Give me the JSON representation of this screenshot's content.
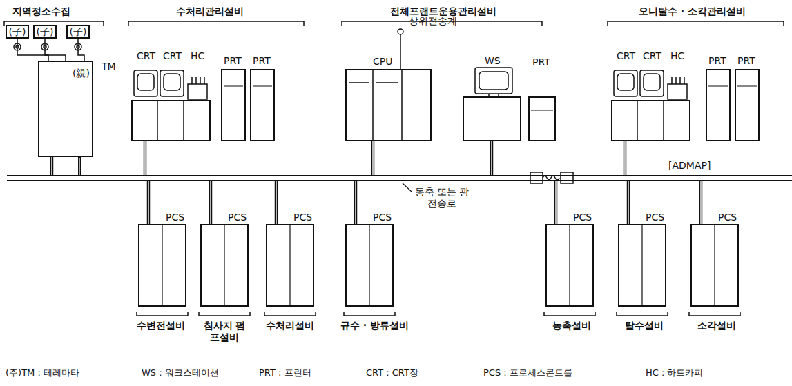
{
  "diagram": {
    "nodes": [
      {
        "text": [
          "(親)",
          "TM"
        ]
      },
      {
        "text": [
          "(子)"
        ]
      },
      {
        "text": [
          "(子)"
        ]
      },
      {
        "text": [
          "(子)"
        ]
      },
      {
        "text": [
          "CRT",
          "CRT",
          "HC"
        ]
      },
      {
        "text": [
          "PRT"
        ]
      },
      {
        "text": [
          "PRT"
        ]
      },
      {
        "text": [
          "CPU"
        ]
      },
      {
        "text": [
          "WS"
        ]
      },
      {
        "text": [
          "PRT"
        ]
      },
      {
        "text": [
          "CRT",
          "CRT",
          "HC"
        ]
      },
      {
        "text": [
          "PRT"
        ]
      },
      {
        "text": [
          "PRT"
        ]
      },
      {
        "text": [
          "[ADMAP]"
        ]
      },
      {
        "text": [
          "PCS"
        ]
      },
      {
        "text": [
          "PCS"
        ]
      },
      {
        "text": [
          "PCS"
        ]
      },
      {
        "text": [
          "PCS"
        ]
      },
      {
        "text": [
          "PCS"
        ]
      },
      {
        "text": [
          "PCS"
        ]
      },
      {
        "text": [
          "PCS"
        ]
      }
    ],
    "edges": [
      {
        "from": 1,
        "to": 0,
        "arrow": "none"
      },
      {
        "from": 2,
        "to": 0,
        "arrow": "none"
      },
      {
        "from": 3,
        "to": 0,
        "arrow": "none"
      },
      {
        "from": 0,
        "to": 13,
        "arrow": "none"
      },
      {
        "from": 4,
        "to": 13,
        "arrow": "none"
      },
      {
        "from": 7,
        "to": 13,
        "arrow": "none"
      },
      {
        "from": 8,
        "to": 13,
        "arrow": "none"
      },
      {
        "from": 10,
        "to": 13,
        "arrow": "none"
      },
      {
        "from": 13,
        "to": 14,
        "arrow": "none"
      },
      {
        "from": 13,
        "to": 15,
        "arrow": "none"
      },
      {
        "from": 13,
        "to": 16,
        "arrow": "none"
      },
      {
        "from": 13,
        "to": 17,
        "arrow": "none"
      },
      {
        "from": 13,
        "to": 18,
        "arrow": "none"
      },
      {
        "from": 13,
        "to": 19,
        "arrow": "none"
      },
      {
        "from": 13,
        "to": 20,
        "arrow": "none"
      }
    ],
    "labels": [
      "지역정소수집",
      "수처리관리설비",
      "전체프랜트운용관리설비",
      "오니탈수 · 소각관리설비",
      "상위전송계",
      "동축 또는 광전송로",
      "수변전설비",
      "침사지 펌프설비",
      "수처리설비",
      "규수 · 방류설비",
      "농축설비",
      "탈수설비",
      "소각설비",
      "(주)TM : 테레마타",
      "WS : 워크스테이션",
      "PRT : 프린터",
      "CRT : CRT장",
      "PCS : 프로세스콘트롤",
      "HC : 하드카피"
    ]
  }
}
